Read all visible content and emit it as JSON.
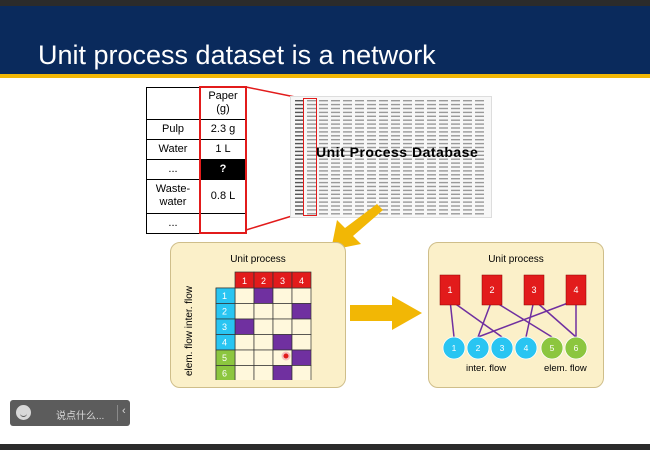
{
  "slide": {
    "title": "Unit process dataset is a network"
  },
  "flow_table": {
    "header": [
      "",
      "Paper\n(g)"
    ],
    "rows": [
      {
        "flow": "Pulp",
        "value": "2.3 g"
      },
      {
        "flow": "Water",
        "value": "1 L"
      },
      {
        "flow": "...",
        "value": "?"
      },
      {
        "flow": "Waste-\nwater",
        "value": "0.8 L"
      },
      {
        "flow": "...",
        "value": ""
      }
    ]
  },
  "database": {
    "label": "Unit Process Database"
  },
  "matrix_panel": {
    "title": "Unit process",
    "column_headers": [
      "1",
      "2",
      "3",
      "4"
    ],
    "row_headers": [
      "1",
      "2",
      "3",
      "4",
      "5",
      "6"
    ],
    "axis_label": "elem. flow   inter. flow"
  },
  "network_panel": {
    "title": "Unit process",
    "process_nodes": [
      "1",
      "2",
      "3",
      "4"
    ],
    "flow_nodes": [
      "1",
      "2",
      "3",
      "4",
      "5",
      "6"
    ],
    "inter_label": "inter. flow",
    "elem_label": "elem. flow"
  },
  "colors": {
    "header_bg": "#0a2a5c",
    "accent_gold": "#f2b705",
    "process_red": "#e21b1b",
    "inter_cyan": "#29c5f2",
    "elem_green": "#8cc63f",
    "link_purple": "#7030a0",
    "panel_bg": "#fbf0c9"
  },
  "chat_bar": {
    "placeholder": "说点什么...",
    "emoji_icon": "smiley-icon",
    "collapse_icon": "chevron-left-icon"
  }
}
